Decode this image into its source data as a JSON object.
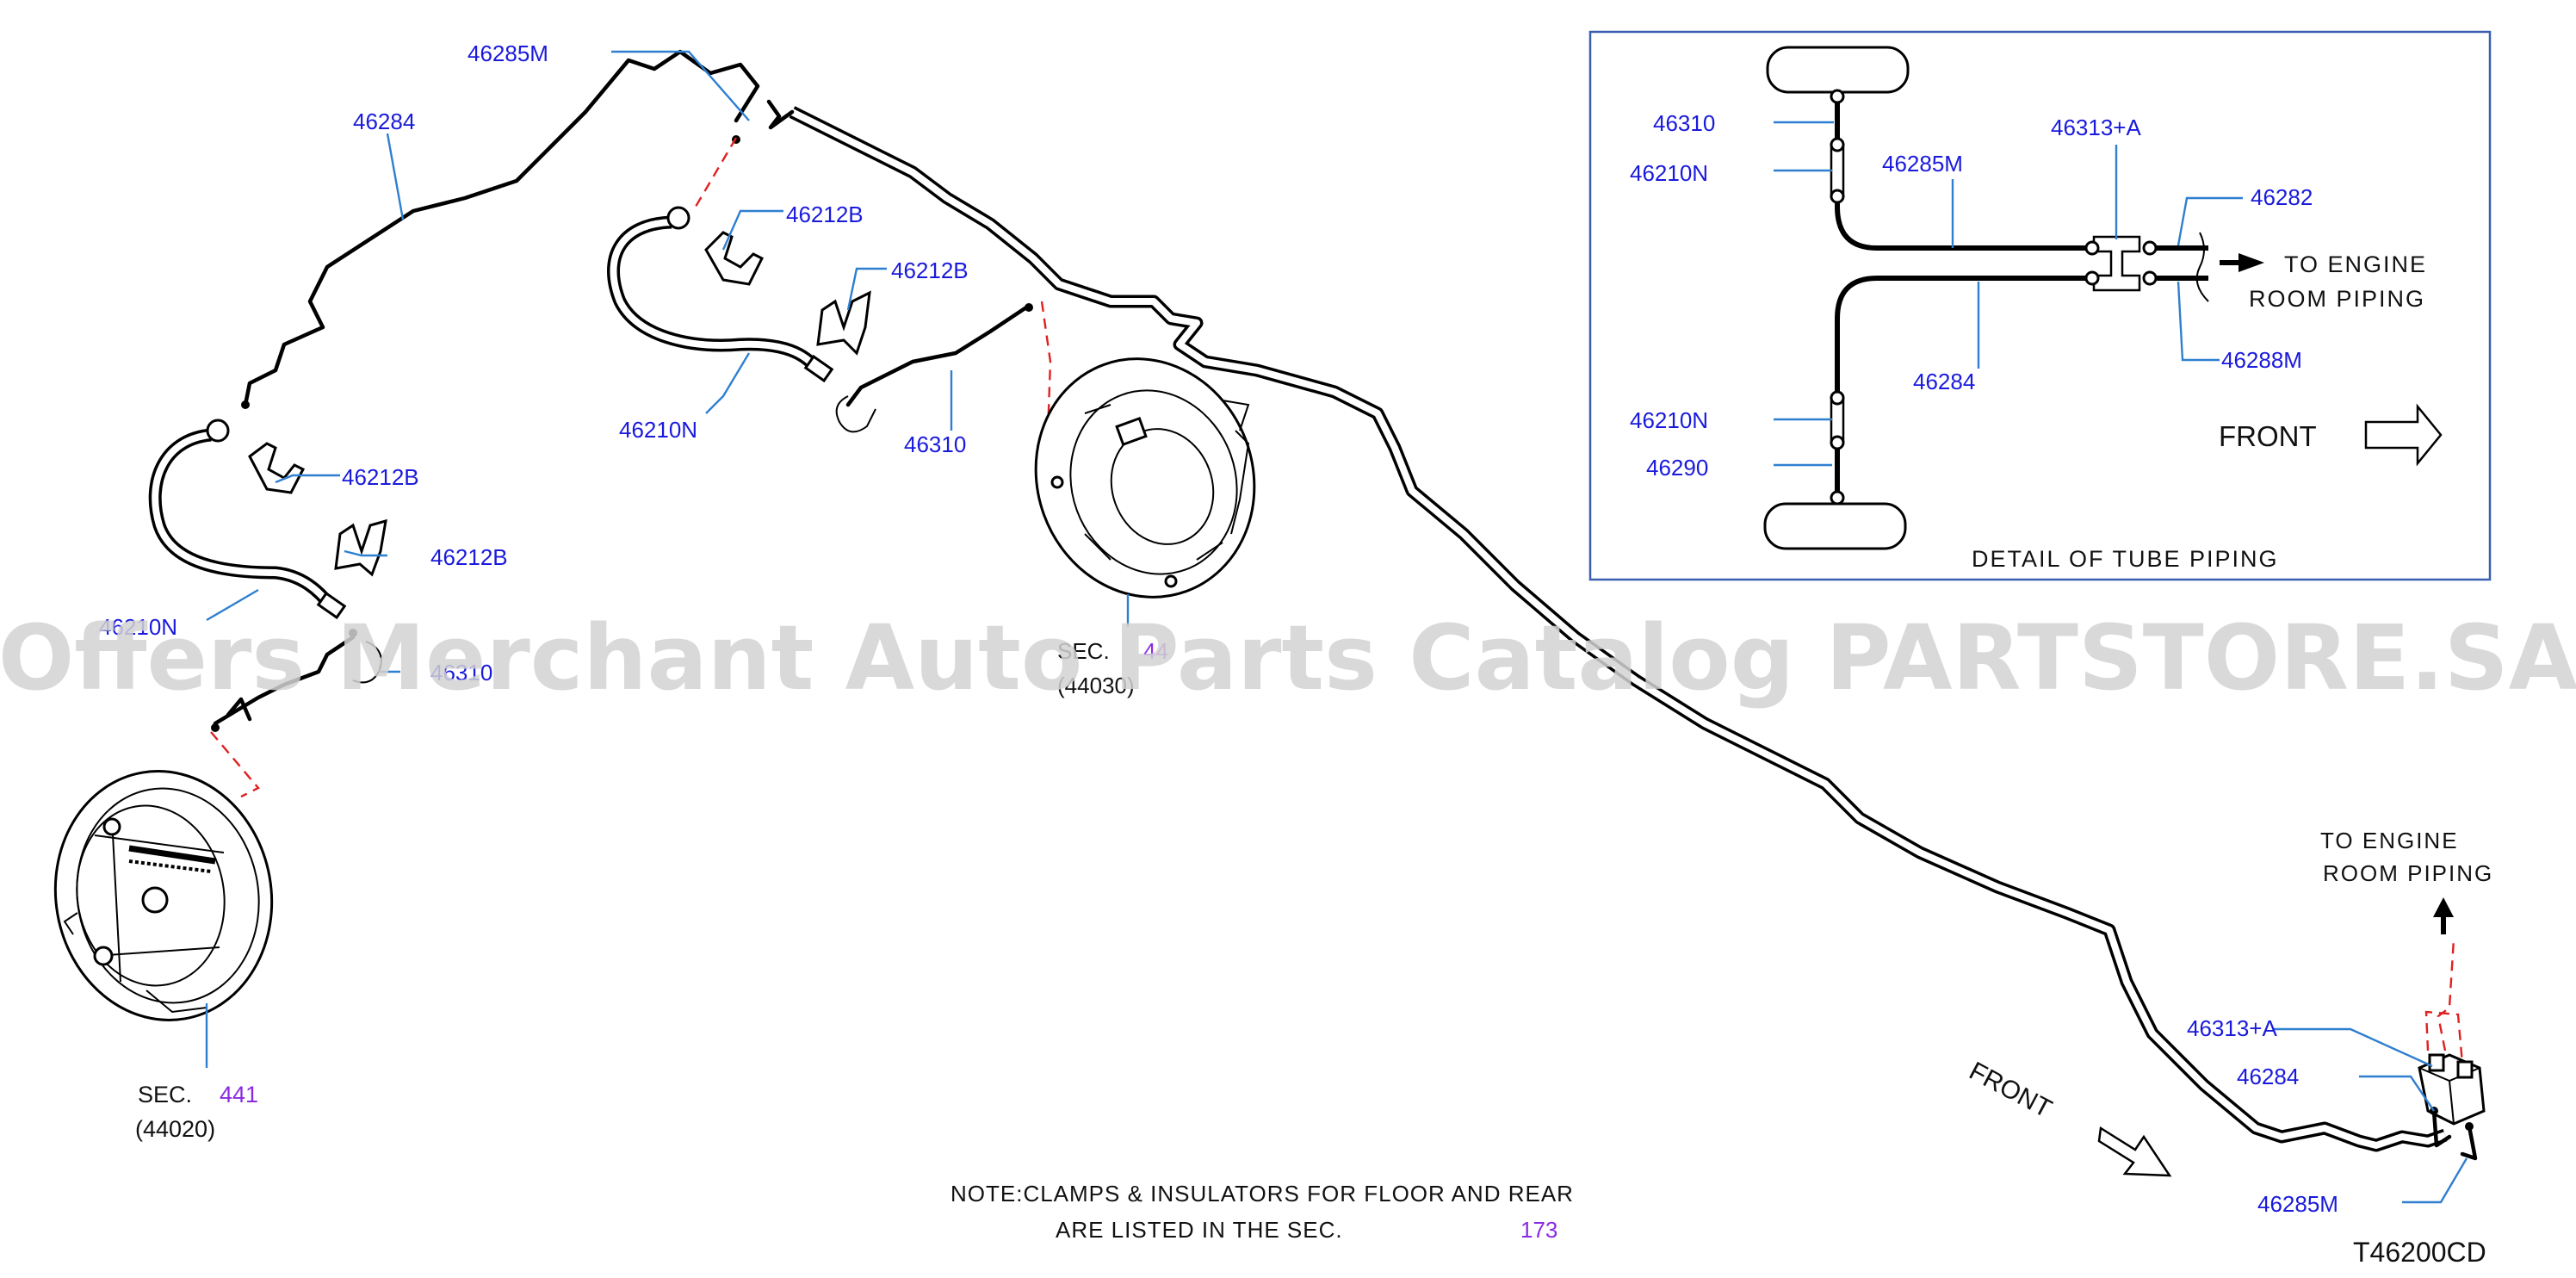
{
  "diagram_code": "T46200CD",
  "watermark": "Offers Merchant Auto Parts Catalog PARTSTORE.SA",
  "callouts": {
    "c46285M_top": "46285M",
    "c46284_top": "46284",
    "c46212B_a": "46212B",
    "c46212B_b": "46212B",
    "c46212B_c": "46212B",
    "c46212B_d": "46212B",
    "c46210N_mid": "46210N",
    "c46310_mid": "46310",
    "c46210N_left": "46210N",
    "c46310_left": "46310",
    "c46313_br": "46313+A",
    "c46284_br": "46284",
    "c46285M_br": "46285M"
  },
  "sections": {
    "left": {
      "prefix": "SEC.",
      "number": "441",
      "code": "(44020)"
    },
    "mid": {
      "prefix": "SEC.",
      "number": "44",
      "code": "(44030)"
    }
  },
  "note": {
    "line1": "NOTE:CLAMPS  &  INSULATORS  FOR  FLOOR  AND  REAR",
    "line2_prefix": "ARE  LISTED  IN  THE  SEC.",
    "line2_number": "173"
  },
  "bottom_right": {
    "to_engine_line1": "TO  ENGINE",
    "to_engine_line2": "ROOM  PIPING",
    "front": "FRONT"
  },
  "detail": {
    "title": "DETAIL  OF  TUBE  PIPING",
    "labels": {
      "l46310": "46310",
      "l46210N_top": "46210N",
      "l46285M": "46285M",
      "l46313": "46313+A",
      "l46282": "46282",
      "l46288M": "46288M",
      "l46284": "46284",
      "l46210N_bot": "46210N",
      "l46290": "46290"
    },
    "to_engine_line1": "TO  ENGINE",
    "to_engine_line2": "ROOM  PIPING",
    "front": "FRONT"
  },
  "colors": {
    "callout_text": "#1a1adc",
    "section_number": "#8a2be2",
    "leader_line": "#2f7fd0",
    "dashed_guide": "#e02020",
    "detail_border": "#3a5fb0"
  }
}
